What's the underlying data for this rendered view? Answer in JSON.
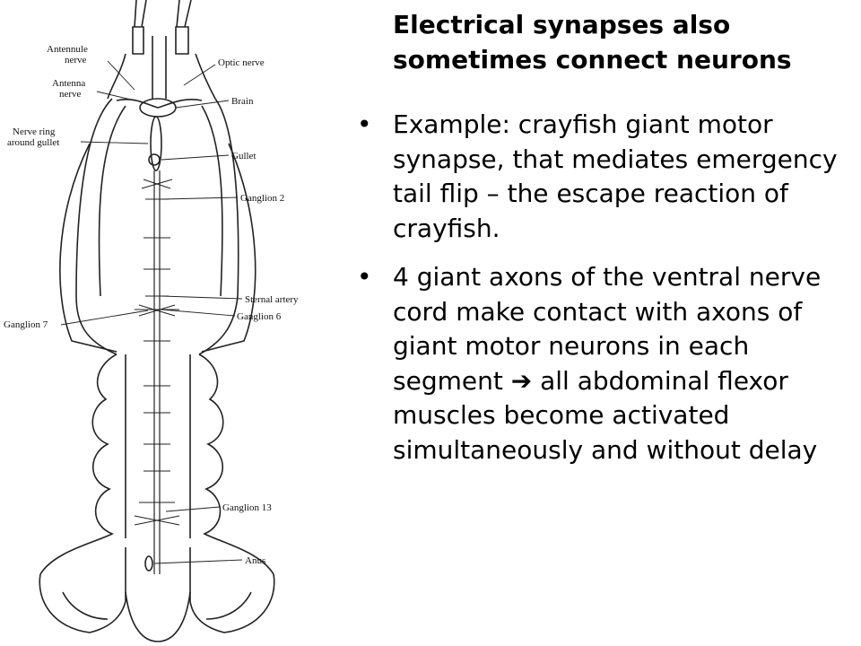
{
  "slide": {
    "title": "Electrical synapses also sometimes connect neurons",
    "bullets": [
      {
        "marker": "•",
        "text": "Example: crayfish giant motor synapse, that mediates emergency tail flip – the escape reaction of crayfish."
      },
      {
        "marker": "•",
        "pre": "4 giant axons of the ventral nerve cord make contact with axons of giant motor neurons in each segment ",
        "arrow": "➔",
        "post": " all abdominal flexor muscles become activated simultaneously and without delay"
      }
    ]
  },
  "figure": {
    "labels": {
      "antennule_nerve_1": "Antennule",
      "antennule_nerve_2": "nerve",
      "antenna_nerve_1": "Antenna",
      "antenna_nerve_2": "nerve",
      "nerve_ring_1": "Nerve ring",
      "nerve_ring_2": "around gullet",
      "optic_nerve": "Optic nerve",
      "brain": "Brain",
      "gullet": "Gullet",
      "ganglion_2": "Ganglion 2",
      "sternal_artery": "Sternal artery",
      "ganglion_7": "Ganglion 7",
      "ganglion_6": "Ganglion 6",
      "ganglion_13": "Ganglion 13",
      "anus": "Anus"
    }
  }
}
